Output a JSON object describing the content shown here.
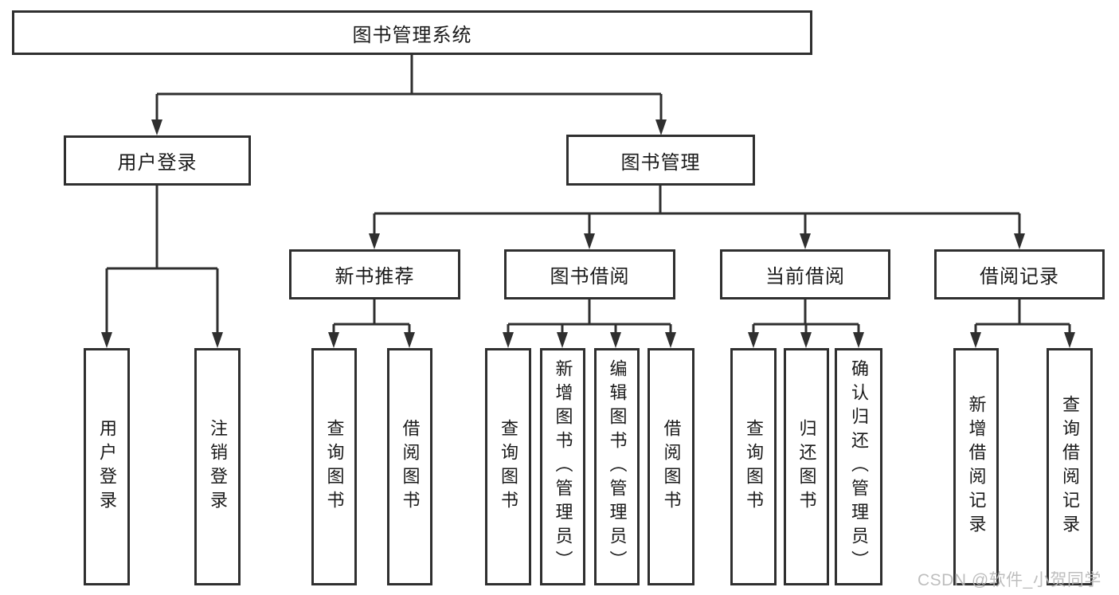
{
  "diagram_type": "tree",
  "tree": {
    "label": "图书管理系统",
    "children": [
      {
        "label": "用户登录",
        "children": [
          {
            "label": "用户登录"
          },
          {
            "label": "注销登录"
          }
        ]
      },
      {
        "label": "图书管理",
        "children": [
          {
            "label": "新书推荐",
            "children": [
              {
                "label": "查询图书"
              },
              {
                "label": "借阅图书"
              }
            ]
          },
          {
            "label": "图书借阅",
            "children": [
              {
                "label": "查询图书"
              },
              {
                "label": "新增图书（管理员）"
              },
              {
                "label": "编辑图书（管理员）"
              },
              {
                "label": "借阅图书"
              }
            ]
          },
          {
            "label": "当前借阅",
            "children": [
              {
                "label": "查询图书"
              },
              {
                "label": "归还图书"
              },
              {
                "label": "确认归还（管理员）"
              }
            ]
          },
          {
            "label": "借阅记录",
            "children": [
              {
                "label": "新增借阅记录"
              },
              {
                "label": "查询借阅记录"
              }
            ]
          }
        ]
      }
    ]
  },
  "watermark": {
    "text": "CSDN @软件_小贺同学"
  },
  "colors": {
    "background": "#ffffff",
    "box_border": "#2f2f2f",
    "connector_line": "#2f2f2f",
    "text": "#1a1a1a",
    "watermark": "#b9b9b9"
  }
}
